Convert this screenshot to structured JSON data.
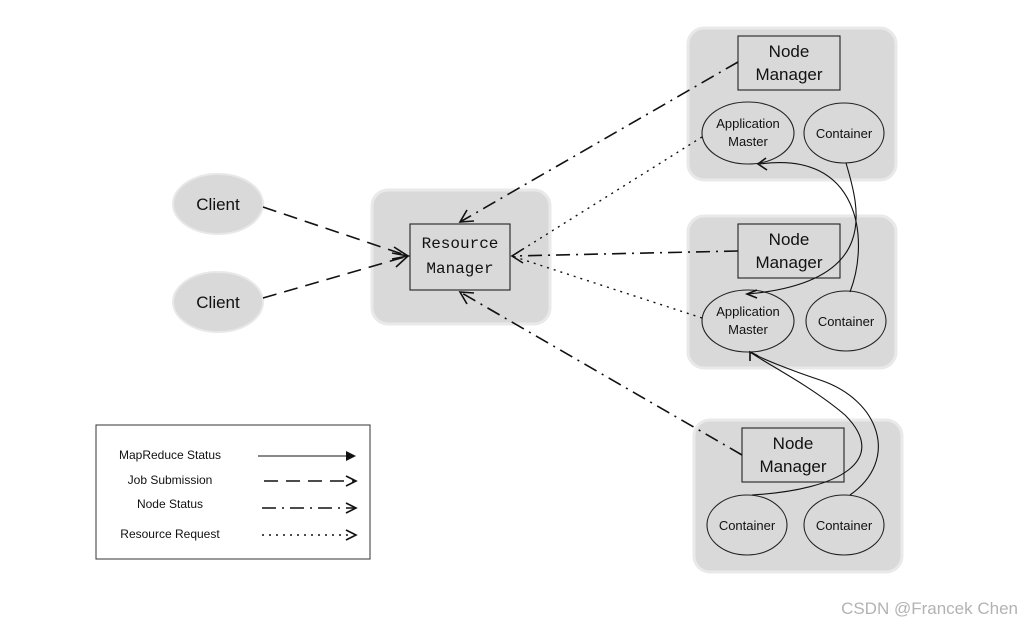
{
  "clients": [
    {
      "label": "Client"
    },
    {
      "label": "Client"
    }
  ],
  "resource_manager": {
    "line1": "Resource",
    "line2": "Manager"
  },
  "nodes": [
    {
      "node_manager": {
        "line1": "Node",
        "line2": "Manager"
      },
      "left": {
        "line1": "Application",
        "line2": "Master"
      },
      "right": {
        "label": "Container"
      }
    },
    {
      "node_manager": {
        "line1": "Node",
        "line2": "Manager"
      },
      "left": {
        "line1": "Application",
        "line2": "Master"
      },
      "right": {
        "label": "Container"
      }
    },
    {
      "node_manager": {
        "line1": "Node",
        "line2": "Manager"
      },
      "left": {
        "label": "Container"
      },
      "right": {
        "label": "Container"
      }
    }
  ],
  "legend": {
    "items": [
      {
        "label": "MapReduce Status"
      },
      {
        "label": "Job Submission"
      },
      {
        "label": "Node Status"
      },
      {
        "label": "Resource Request"
      }
    ]
  },
  "watermark": "CSDN @Francek Chen",
  "colors": {
    "box_fill": "#d9d9d9",
    "line": "#111111",
    "background": "#ffffff",
    "watermark": "#b3b3b3"
  }
}
